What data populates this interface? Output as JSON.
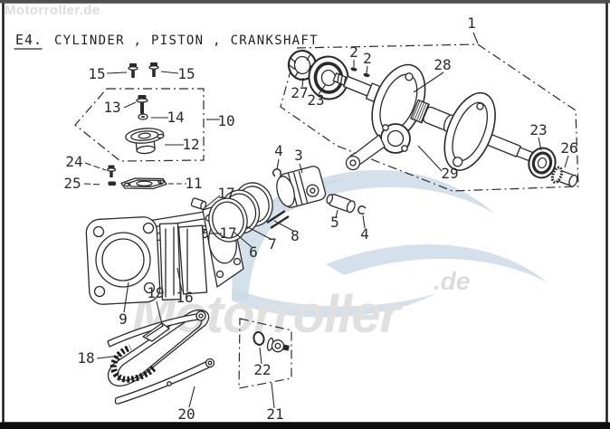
{
  "header": {
    "code": "E4.",
    "title": "CYLINDER , PISTON , CRANKSHAFT"
  },
  "watermark": {
    "small": "Motorroller.de",
    "big": "Motorroller",
    "de": ".de"
  },
  "colors": {
    "background": "#ffffff",
    "line_art": "#2a2a2a",
    "label_text": "#2b2b2b",
    "frame": "#1a1a1a",
    "top_bar": "#4f4f4f",
    "bottom_bar": "#0d0d0d",
    "watermark_text": "#dedede",
    "watermark_swoosh": "#ccdbe8"
  },
  "callouts": [
    {
      "label": "1"
    },
    {
      "label": "2"
    },
    {
      "label": "2"
    },
    {
      "label": "3"
    },
    {
      "label": "4"
    },
    {
      "label": "4"
    },
    {
      "label": "5"
    },
    {
      "label": "6"
    },
    {
      "label": "7"
    },
    {
      "label": "8"
    },
    {
      "label": "9"
    },
    {
      "label": "10"
    },
    {
      "label": "11"
    },
    {
      "label": "12"
    },
    {
      "label": "13"
    },
    {
      "label": "14"
    },
    {
      "label": "15"
    },
    {
      "label": "15"
    },
    {
      "label": "16"
    },
    {
      "label": "17"
    },
    {
      "label": "17"
    },
    {
      "label": "18"
    },
    {
      "label": "19"
    },
    {
      "label": "20"
    },
    {
      "label": "21"
    },
    {
      "label": "22"
    },
    {
      "label": "23"
    },
    {
      "label": "23"
    },
    {
      "label": "24"
    },
    {
      "label": "25"
    },
    {
      "label": "26"
    },
    {
      "label": "27"
    },
    {
      "label": "28"
    },
    {
      "label": "29"
    }
  ]
}
